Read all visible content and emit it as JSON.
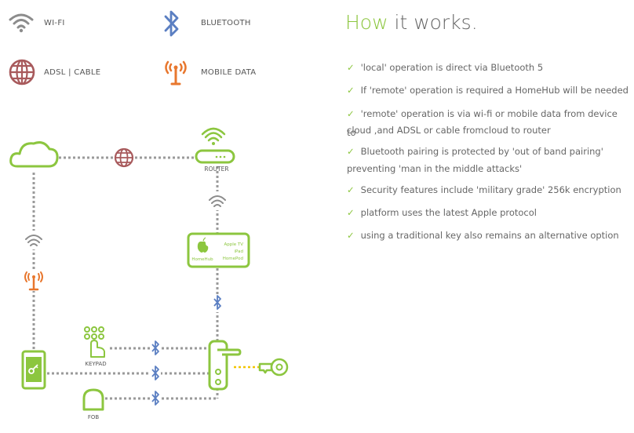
{
  "legend": {
    "wifi": "WI-FI",
    "bluetooth": "BLUETOOTH",
    "adsl": "ADSL | CABLE",
    "mobile": "MOBILE DATA"
  },
  "diagram": {
    "router": "ROUTER",
    "hub_left": "HomeHub",
    "hub_right_1": "Apple TV",
    "hub_right_2": "iPad",
    "hub_right_3": "HomePod",
    "keypad": "KEYPAD",
    "fob": "FOB"
  },
  "title": {
    "accent": "How",
    "rest": " it works."
  },
  "features": [
    "'local' operation is direct via Bluetooth 5",
    "If 'remote' operation is required a HomeHub will be needed",
    "'remote' operation is via wi-fi or mobile data from device to",
    "cloud ,and ADSL or cable fromcloud to router",
    "Bluetooth pairing is protected by 'out of band pairing'",
    "preventing 'man in the middle attacks'",
    "Security features include 'military grade' 256k encryption",
    "platform uses the latest Apple protocol",
    "using a traditional key also remains an alternative option"
  ],
  "colors": {
    "green": "#8cc63f",
    "grey": "#8c8c8c",
    "blue": "#5b7fc2",
    "red": "#a85a5c",
    "orange": "#e8772e",
    "yellow": "#f2c500"
  }
}
